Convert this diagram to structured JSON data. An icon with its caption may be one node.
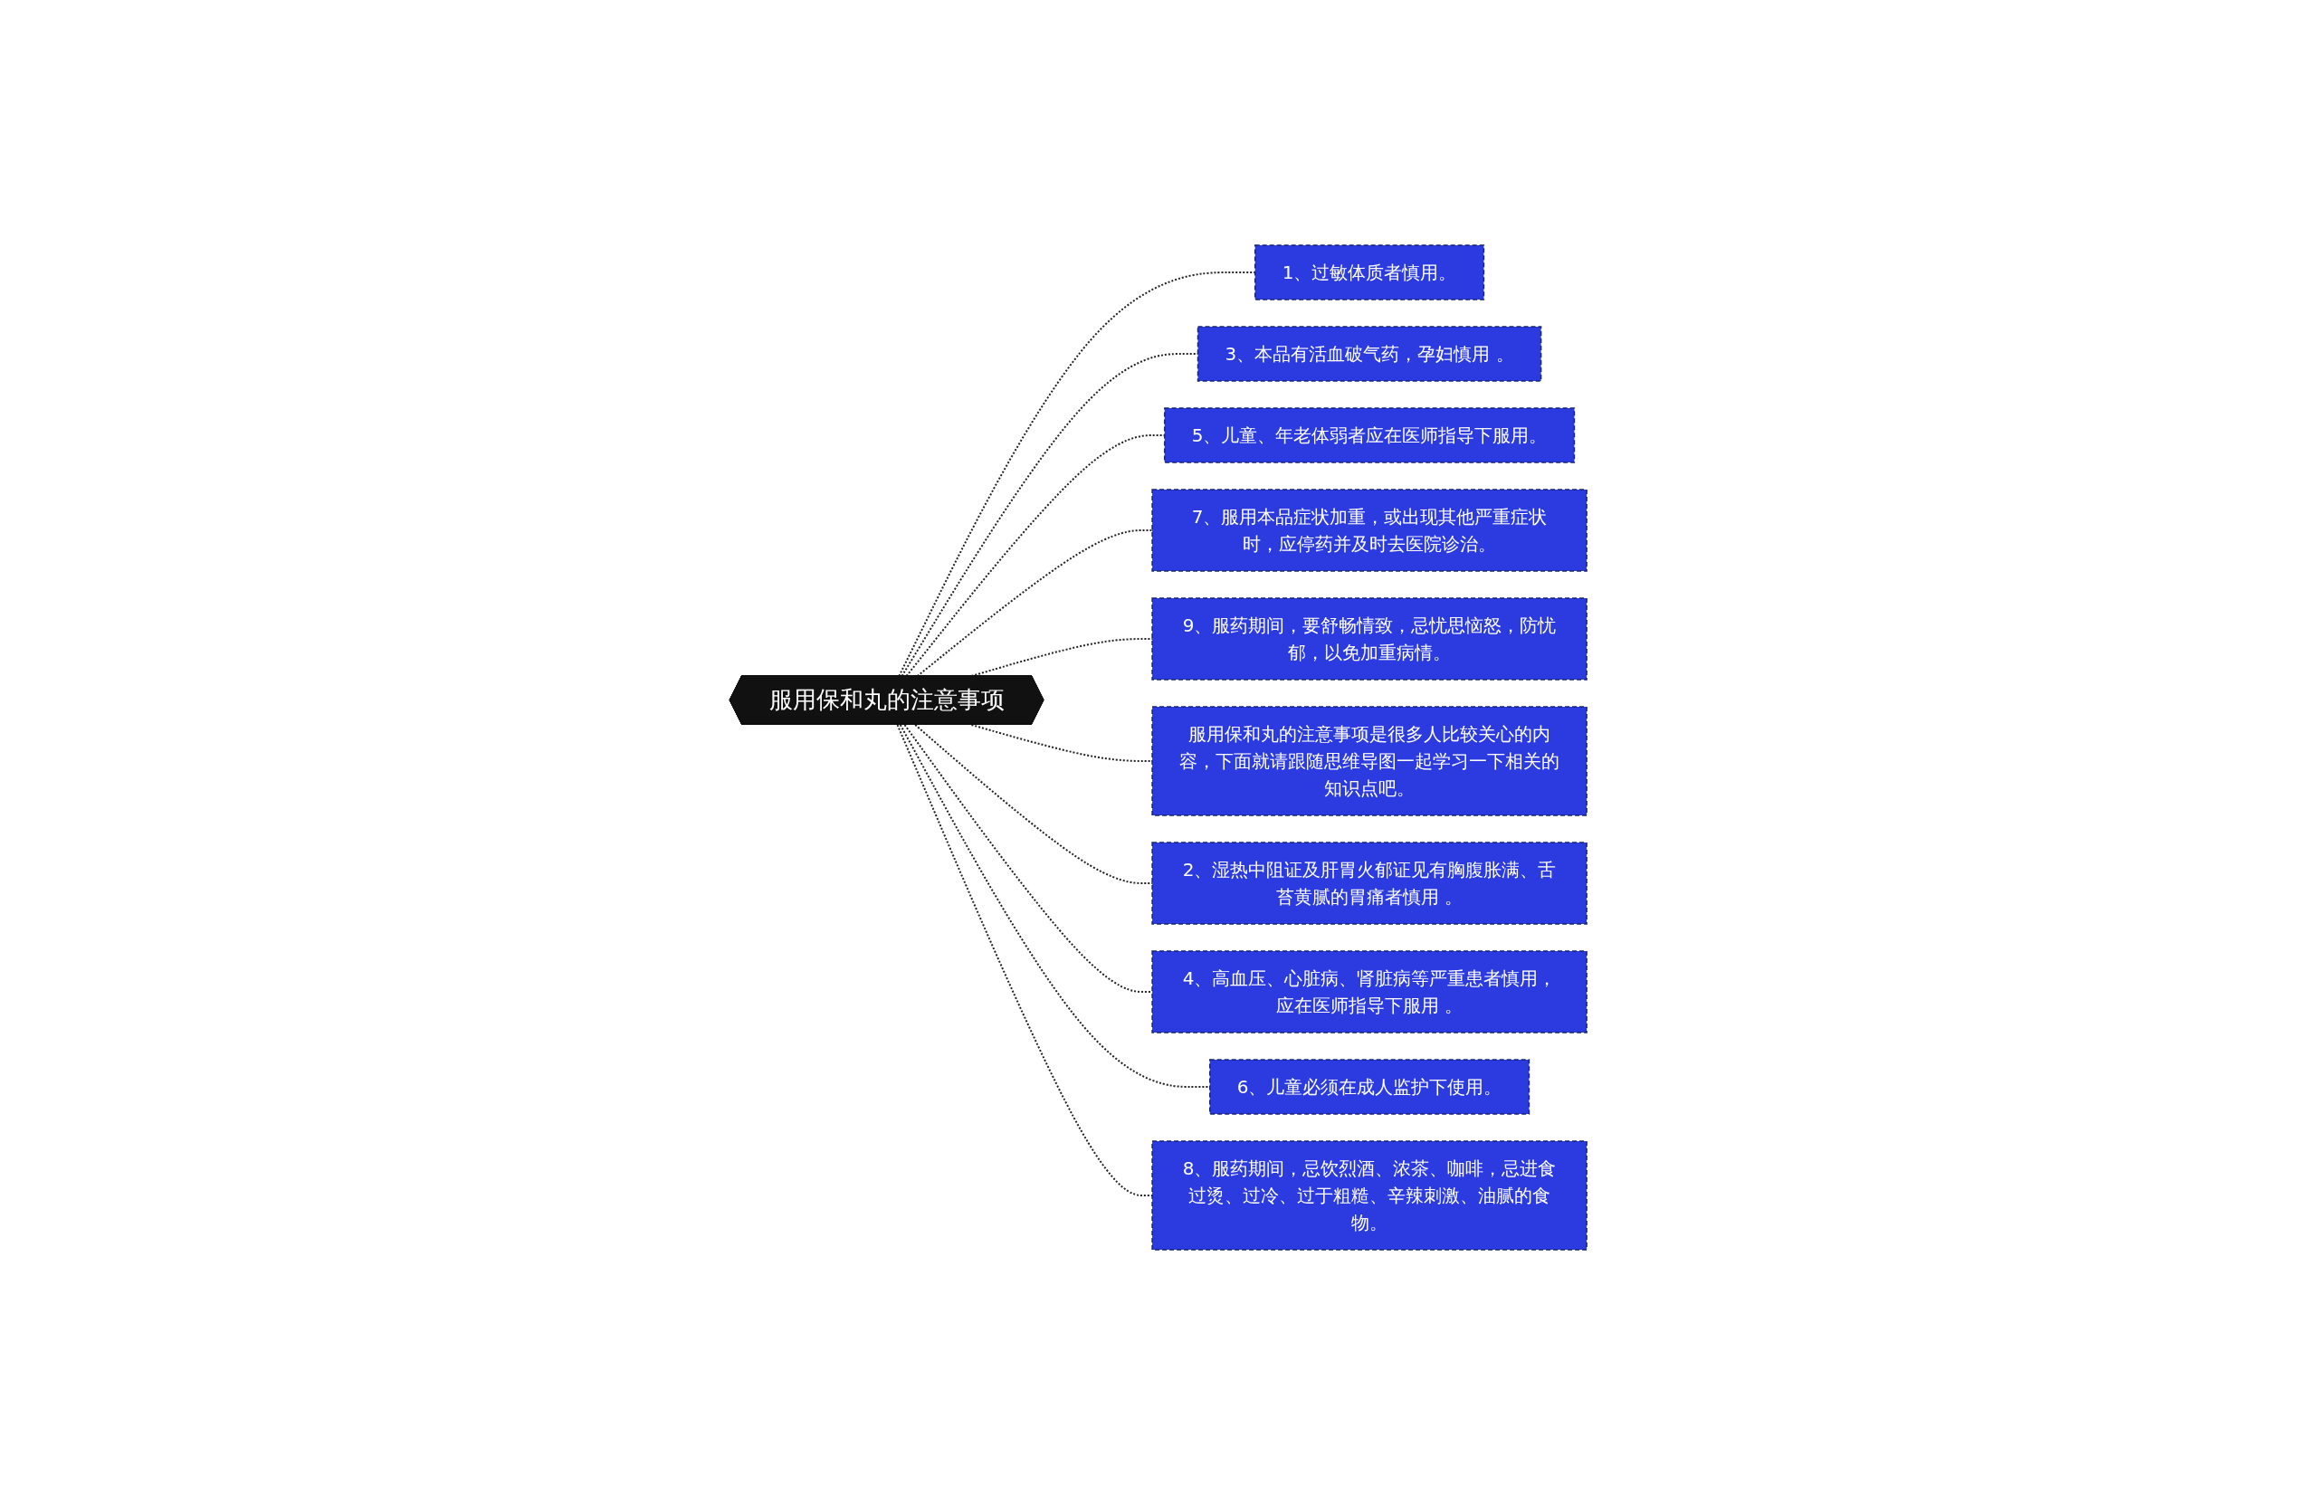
{
  "diagram": {
    "nodes": [
      {
        "text": [
          "服用保和丸的注意事项"
        ]
      },
      {
        "text": [
          "1、过敏体质者慎用。"
        ]
      },
      {
        "text": [
          "3、本品有活血破气药，孕妇慎用 。"
        ]
      },
      {
        "text": [
          "5、儿童、年老体弱者应在医师指导下服用。"
        ]
      },
      {
        "text": [
          "7、服用本品症状加重，或出现其他严重症状时，应停药并及时去医院诊治。"
        ]
      },
      {
        "text": [
          "9、服药期间，要舒畅情致，忌忧思恼怒，防忧郁，以免加重病情。"
        ]
      },
      {
        "text": [
          "服用保和丸的注意事项是很多人比较关心的内容，下面就请跟随思维导图一起学习一下相关的知识点吧。"
        ]
      },
      {
        "text": [
          "2、湿热中阻证及肝胃火郁证见有胸腹胀满、舌苔黄腻的胃痛者慎用 。"
        ]
      },
      {
        "text": [
          "4、高血压、心脏病、肾脏病等严重患者慎用，应在医师指导下服用 。"
        ]
      },
      {
        "text": [
          "6、儿童必须在成人监护下使用。"
        ]
      },
      {
        "text": [
          "8、服药期间，忌饮烈酒、浓茶、咖啡，忌进食过烫、过冷、过于粗糙、辛辣刺激、油腻的食物。"
        ]
      }
    ],
    "edges": [
      {
        "from": 0,
        "to": 1,
        "arrow": "none",
        "style": "dashed"
      },
      {
        "from": 0,
        "to": 2,
        "arrow": "none",
        "style": "dashed"
      },
      {
        "from": 0,
        "to": 3,
        "arrow": "none",
        "style": "dashed"
      },
      {
        "from": 0,
        "to": 4,
        "arrow": "none",
        "style": "dashed"
      },
      {
        "from": 0,
        "to": 5,
        "arrow": "none",
        "style": "dashed"
      },
      {
        "from": 0,
        "to": 6,
        "arrow": "none",
        "style": "dashed"
      },
      {
        "from": 0,
        "to": 7,
        "arrow": "none",
        "style": "dashed"
      },
      {
        "from": 0,
        "to": 8,
        "arrow": "none",
        "style": "dashed"
      },
      {
        "from": 0,
        "to": 9,
        "arrow": "none",
        "style": "dashed"
      },
      {
        "from": 0,
        "to": 10,
        "arrow": "none",
        "style": "dashed"
      }
    ]
  }
}
